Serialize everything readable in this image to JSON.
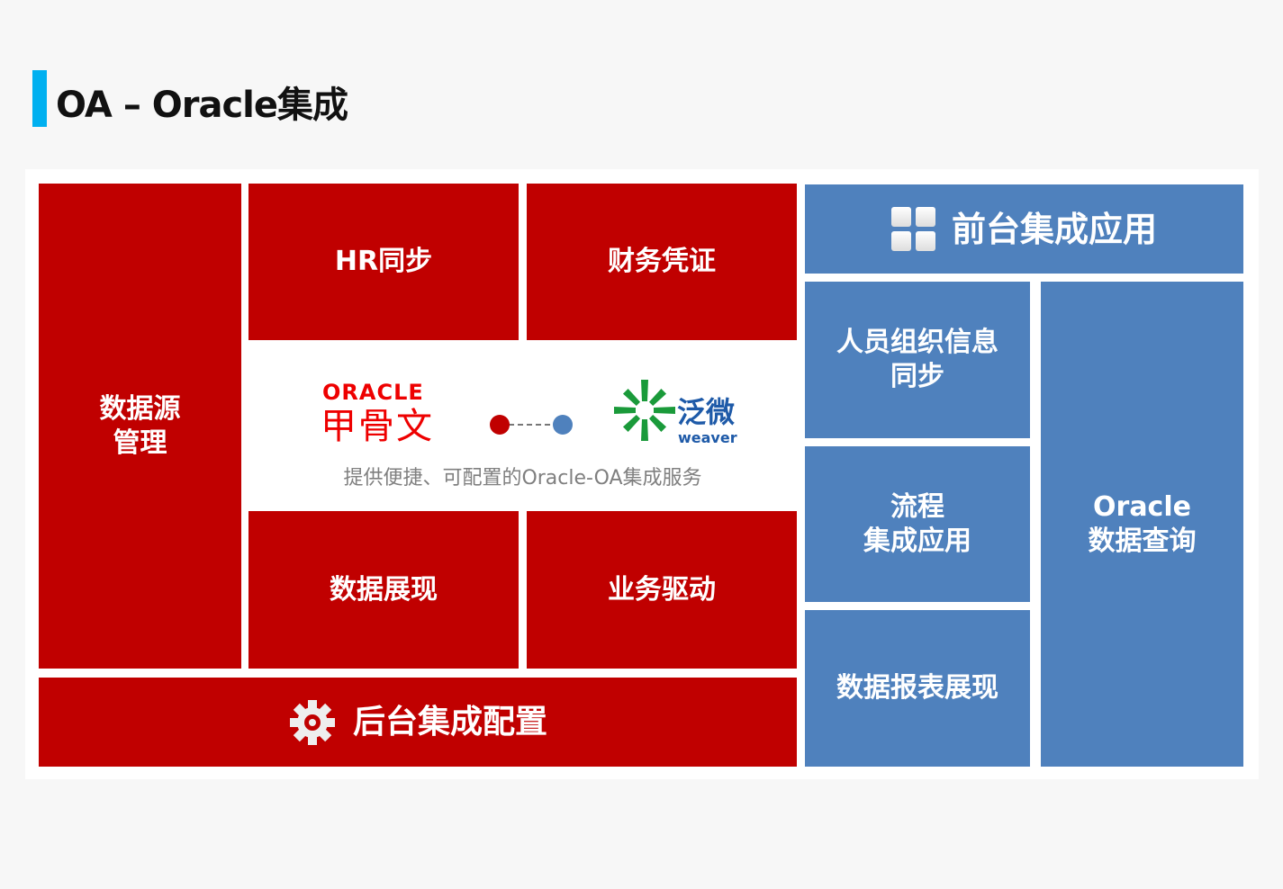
{
  "title": "OA – Oracle集成",
  "tiles": {
    "datasource": "数据源\n管理",
    "hr": "HR同步",
    "finance": "财务凭证",
    "display": "数据展现",
    "business": "业务驱动",
    "backend": "后台集成配置",
    "frontend": "前台集成应用",
    "org": "人员组织信息\n同步",
    "flow": "流程\n集成应用",
    "report": "数据报表展现",
    "query": "Oracle\n数据查询"
  },
  "center": {
    "oracle_logo_en": "ORACLE",
    "oracle_logo_cn": "甲骨文",
    "weaver_logo_cn": "泛微",
    "weaver_logo_en": "weaver",
    "subtitle": "提供便捷、可配置的Oracle-OA集成服务"
  },
  "colors": {
    "red": "#c00000",
    "blue": "#4f81bd",
    "accent": "#00b0f0"
  }
}
